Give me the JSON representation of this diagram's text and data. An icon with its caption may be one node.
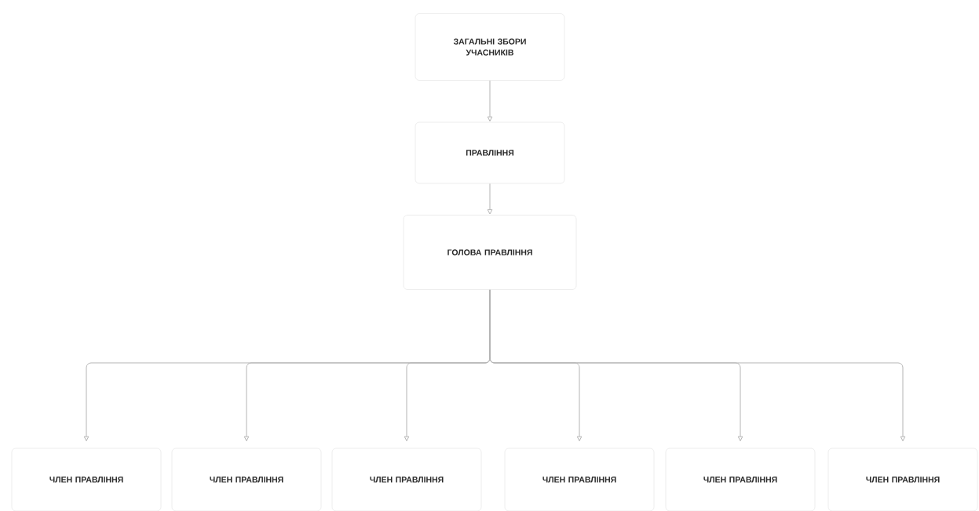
{
  "diagram": {
    "nodes": [
      {
        "text": [
          "ЗАГАЛЬНІ ЗБОРИ УЧАСНИКІВ"
        ]
      },
      {
        "text": [
          "ПРАВЛІННЯ"
        ]
      },
      {
        "text": [
          "ГОЛОВА ПРАВЛІННЯ"
        ]
      },
      {
        "text": [
          "ЧЛЕН ПРАВЛІННЯ"
        ]
      },
      {
        "text": [
          "ЧЛЕН ПРАВЛІННЯ"
        ]
      },
      {
        "text": [
          "ЧЛЕН ПРАВЛІННЯ"
        ]
      },
      {
        "text": [
          "ЧЛЕН ПРАВЛІННЯ"
        ]
      },
      {
        "text": [
          "ЧЛЕН ПРАВЛІННЯ"
        ]
      },
      {
        "text": [
          "ЧЛЕН ПРАВЛІННЯ"
        ]
      }
    ],
    "edges": [
      {
        "from": 0,
        "to": 1,
        "arrow": "to"
      },
      {
        "from": 1,
        "to": 2,
        "arrow": "to"
      },
      {
        "from": 2,
        "to": 3,
        "arrow": "to"
      },
      {
        "from": 2,
        "to": 4,
        "arrow": "to"
      },
      {
        "from": 2,
        "to": 5,
        "arrow": "to"
      },
      {
        "from": 2,
        "to": 6,
        "arrow": "to"
      },
      {
        "from": 2,
        "to": 7,
        "arrow": "to"
      },
      {
        "from": 2,
        "to": 8,
        "arrow": "to"
      }
    ]
  }
}
